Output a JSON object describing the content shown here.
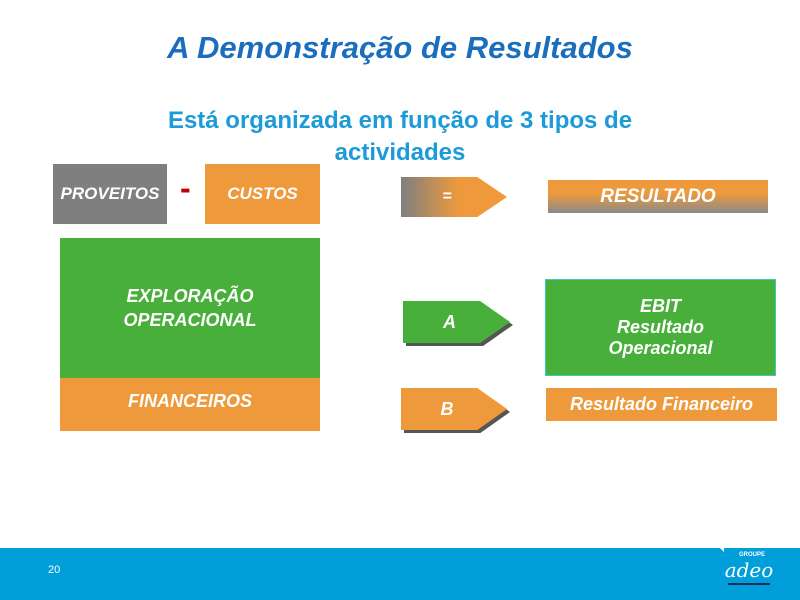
{
  "title": "A Demonstração de Resultados",
  "subtitle_line1": "Está organizada em função de 3 tipos de",
  "subtitle_line2": "actividades",
  "proveitos": "PROVEITOS",
  "minus": "-",
  "custos": "CUSTOS",
  "equals": "=",
  "resultado": "RESULTADO",
  "exploracao_line1": "EXPLORAÇÃO",
  "exploracao_line2": "OPERACIONAL",
  "financeiros": "FINANCEIROS",
  "arrow_a": "A",
  "arrow_b": "B",
  "ebit_line1": "EBIT",
  "ebit_line2": "Resultado",
  "ebit_line3": "Operacional",
  "resultado_financeiro": "Resultado Financeiro",
  "footer": {
    "page_number": "20",
    "logo_top": "GROUPE",
    "logo_main": "adeo"
  },
  "colors": {
    "orange": "#ee9a3c",
    "green": "#48b03a",
    "gray": "#808080",
    "blue": "#009fd9"
  }
}
